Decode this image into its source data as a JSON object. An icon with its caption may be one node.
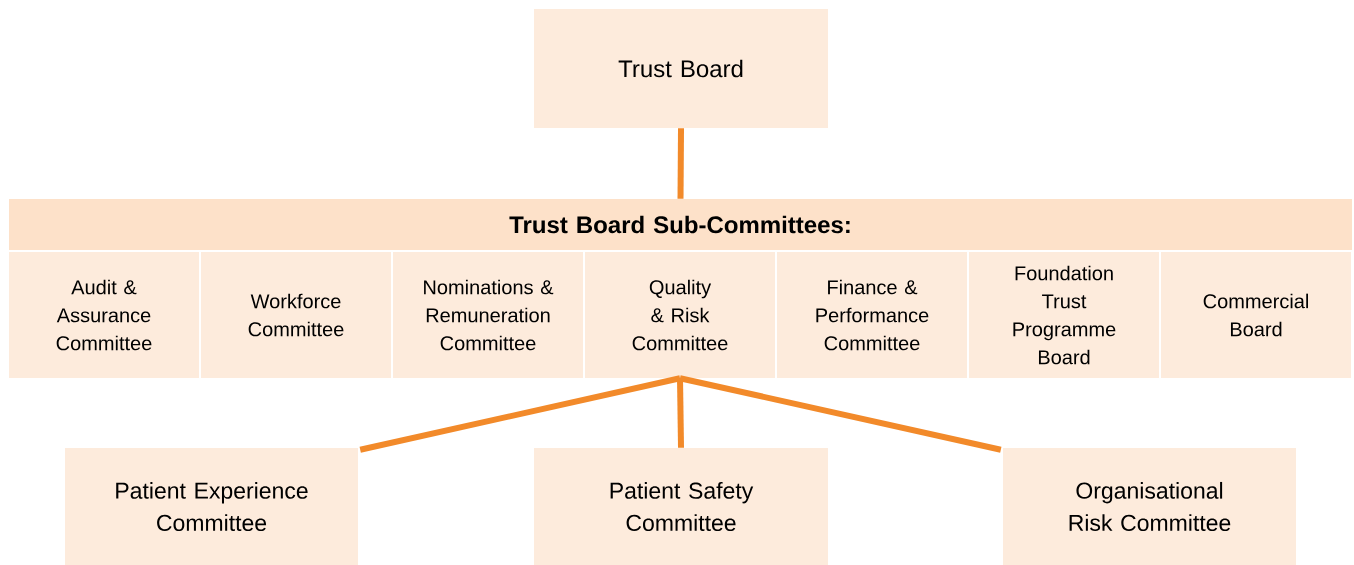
{
  "diagram": {
    "nodes": [
      {
        "text": [
          "Trust Board"
        ]
      },
      {
        "text": [
          "Trust Board Sub-Committees:"
        ]
      },
      {
        "text": [
          "Audit & Assurance Committee"
        ]
      },
      {
        "text": [
          "Workforce Committee"
        ]
      },
      {
        "text": [
          "Nominations & Remuneration Committee"
        ]
      },
      {
        "text": [
          "Quality & Risk Committee"
        ]
      },
      {
        "text": [
          "Finance & Performance Committee"
        ]
      },
      {
        "text": [
          "Foundation Trust Programme Board"
        ]
      },
      {
        "text": [
          "Commercial Board"
        ]
      },
      {
        "text": [
          "Patient Experience Committee"
        ]
      },
      {
        "text": [
          "Patient Safety Committee"
        ]
      },
      {
        "text": [
          "Organisational Risk Committee"
        ]
      }
    ],
    "edges": [
      {
        "from": 0,
        "to": 1,
        "arrow": "none"
      },
      {
        "from": 5,
        "to": 9,
        "arrow": "none"
      },
      {
        "from": 5,
        "to": 10,
        "arrow": "none"
      },
      {
        "from": 5,
        "to": 11,
        "arrow": "none"
      }
    ]
  }
}
